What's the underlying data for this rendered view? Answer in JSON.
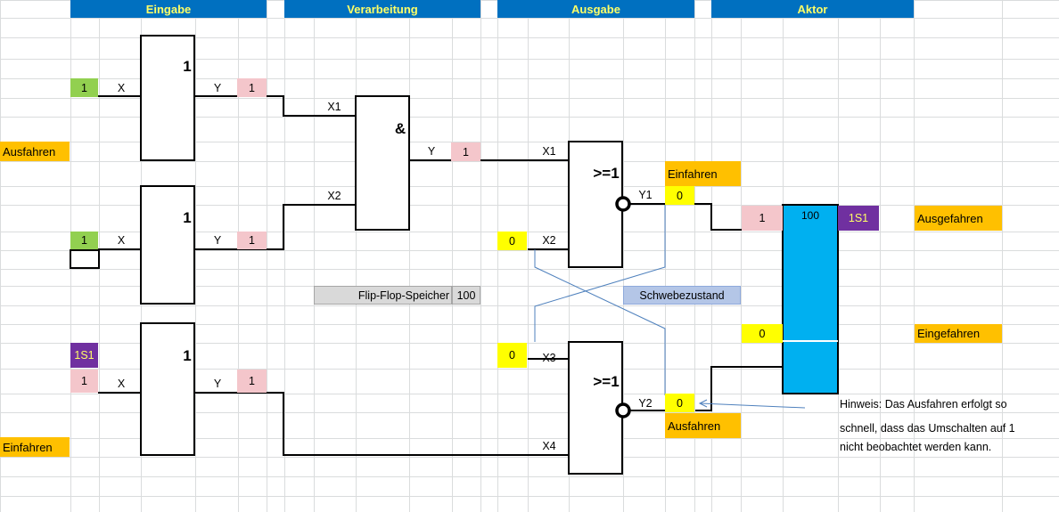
{
  "headers": {
    "eingabe": "Eingabe",
    "verarbeitung": "Verarbeitung",
    "ausgabe": "Ausgabe",
    "aktor": "Aktor"
  },
  "inputs": {
    "ausfahren": "Ausfahren",
    "einfahren": "Einfahren",
    "in1_value": "1",
    "in2_value": "1",
    "in3_label": "1S1",
    "in3_value": "1"
  },
  "gates": {
    "not1": {
      "symbol": "1",
      "in_label": "X",
      "out_label": "Y",
      "out_value": "1"
    },
    "not2": {
      "symbol": "1",
      "in_label": "X",
      "out_label": "Y",
      "out_value": "1"
    },
    "not3": {
      "symbol": "1",
      "in_label": "X",
      "out_label": "Y",
      "out_value": "1"
    },
    "and": {
      "symbol": "&",
      "in1_label": "X1",
      "in2_label": "X2",
      "out_label": "Y",
      "out_value": "1"
    },
    "or1": {
      "symbol": ">=1",
      "in1_label": "X1",
      "in2_label": "X2",
      "in2_value": "0",
      "out_label": "Y1",
      "out_value": "0"
    },
    "or2": {
      "symbol": ">=1",
      "in1_label": "X3",
      "in1_value": "0",
      "in2_label": "X4",
      "out_label": "Y2",
      "out_value": "0"
    }
  },
  "outputs": {
    "einfahren_label": "Einfahren",
    "ausfahren_label": "Ausfahren"
  },
  "middle": {
    "flipflop_label": "Flip-Flop-Speicher",
    "flipflop_value": "100",
    "schwebe_label": "Schwebezustand"
  },
  "aktor": {
    "top_value": "1",
    "cylinder_value": "100",
    "sensor_label": "1S1",
    "ausgefahren": "Ausgefahren",
    "bottom_value": "0",
    "eingefahren": "Eingefahren"
  },
  "hinweis": {
    "line1": "Hinweis: Das Ausfahren erfolgt so",
    "line2": "schnell, dass das Umschalten auf 1",
    "line3": "nicht beobachtet werden kann."
  },
  "colors": {
    "header_bg": "#0070c0",
    "header_text": "#ffff66",
    "orange": "#ffc000",
    "green": "#92d050",
    "pink": "#f4c6cb",
    "yellow": "#ffff00",
    "purple": "#7030a0",
    "cylinder": "#00b0f0",
    "connector_blue": "#4f81bd"
  }
}
